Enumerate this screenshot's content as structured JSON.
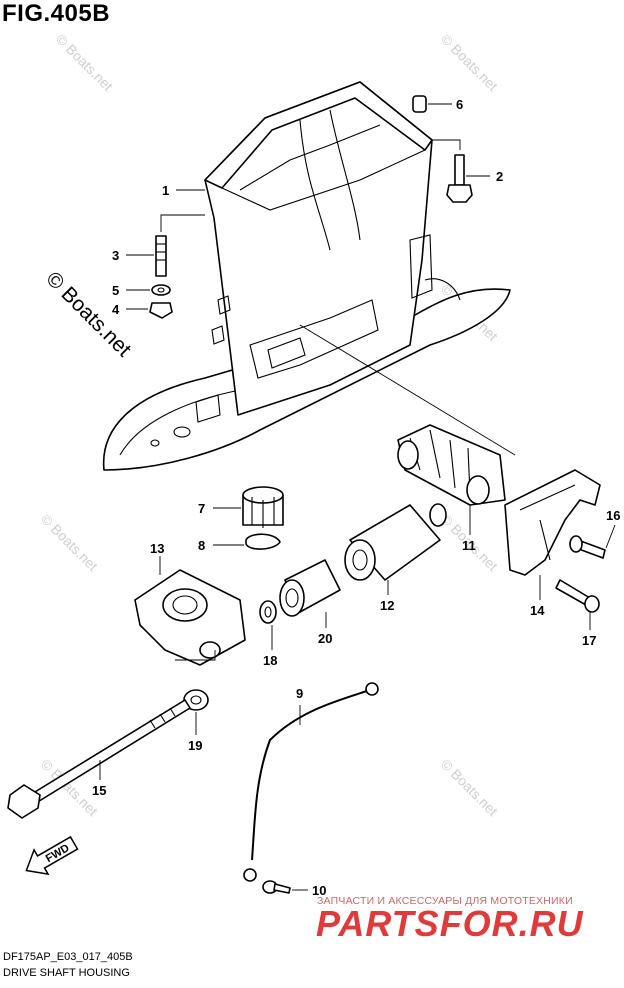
{
  "figure": {
    "title": "FIG.405B",
    "code": "DF175AP_E03_017_405B",
    "name": "DRIVE SHAFT HOUSING"
  },
  "watermark": {
    "text": "© Boats.net",
    "prominent_text": "© Boats.net"
  },
  "promo": {
    "tagline": "ЗАПЧАСТИ И АКСЕССУАРЫ ДЛЯ МОТОТЕХНИКИ",
    "logo_text": "PARTSFOR.RU",
    "color": "#e03a3a"
  },
  "fwd_arrow": {
    "label": "FWD"
  },
  "callouts": [
    {
      "num": "1"
    },
    {
      "num": "2"
    },
    {
      "num": "3"
    },
    {
      "num": "4"
    },
    {
      "num": "5"
    },
    {
      "num": "6"
    },
    {
      "num": "7"
    },
    {
      "num": "8"
    },
    {
      "num": "9"
    },
    {
      "num": "10"
    },
    {
      "num": "11"
    },
    {
      "num": "12"
    },
    {
      "num": "13"
    },
    {
      "num": "14"
    },
    {
      "num": "15"
    },
    {
      "num": "16"
    },
    {
      "num": "17"
    },
    {
      "num": "18"
    },
    {
      "num": "19"
    },
    {
      "num": "20"
    }
  ]
}
